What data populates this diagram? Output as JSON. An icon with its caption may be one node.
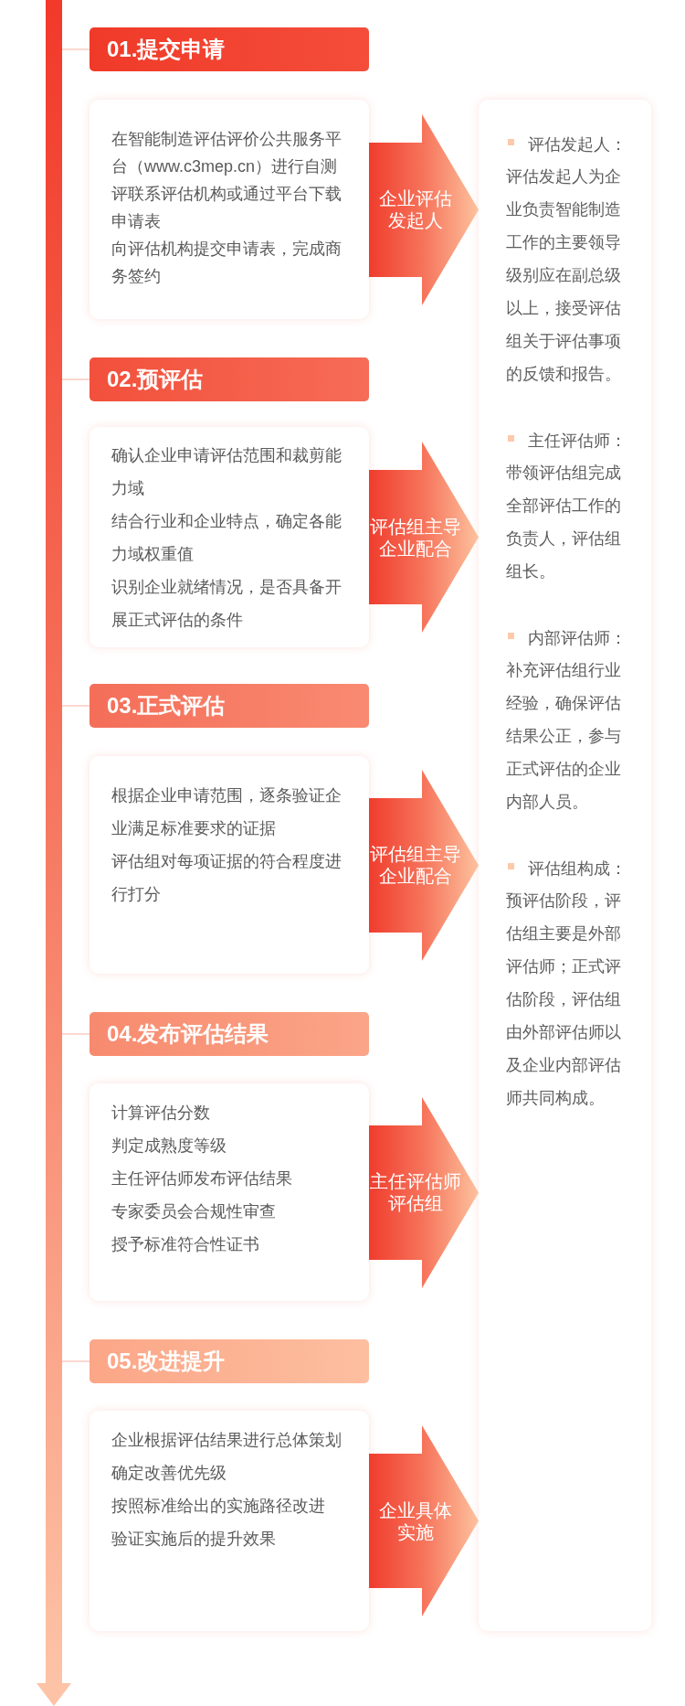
{
  "diagram": {
    "nodes": [
      {
        "text": [
          "01.提交申请"
        ]
      },
      {
        "text": [
          "在智能制造评估评价公共服务平台（www.c3mep.cn）进行自测评联系评估机构或通过平台下载申请表",
          "向评估机构提交申请表，完成商务签约"
        ]
      },
      {
        "text": [
          "02.预评估"
        ]
      },
      {
        "text": [
          "确认企业申请评估范围和裁剪能力域",
          "结合行业和企业特点，确定各能力域权重值",
          "识别企业就绪情况，是否具备开展正式评估的条件"
        ]
      },
      {
        "text": [
          "03.正式评估"
        ]
      },
      {
        "text": [
          "根据企业申请范围，逐条验证企业满足标准要求的证据",
          "评估组对每项证据的符合程度进行打分"
        ]
      },
      {
        "text": [
          "04.发布评估结果"
        ]
      },
      {
        "text": [
          "计算评估分数",
          "判定成熟度等级",
          "主任评估师发布评估结果",
          "专家委员会合规性审查",
          "授予标准符合性证书"
        ]
      },
      {
        "text": [
          "05.改进提升"
        ]
      },
      {
        "text": [
          "企业根据评估结果进行总体策划",
          "确定改善优先级",
          "按照标准给出的实施路径改进",
          "验证实施后的提升效果"
        ]
      },
      {
        "text": [
          "评估发起人：",
          "评估发起人为企业负责智能制造工作的主要领导级别应在副总级以上，接受评估组关于评估事项的反馈和报告。",
          "主任评估师：",
          "带领评估组完成全部评估工作的负责人，评估组组长。",
          "内部评估师：",
          "补充评估组行业经验，确保评估结果公正，参与正式评估的企业内部人员。",
          "评估组构成：",
          "预评估阶段，评估组主要是外部评估师；正式评估阶段，评估组由外部评估师以及企业内部评估师共同构成。"
        ]
      }
    ],
    "edges": [
      {
        "from": 1,
        "to": 10,
        "arrow": "to",
        "label": "企业评估发起人"
      },
      {
        "from": 3,
        "to": 10,
        "arrow": "to",
        "label": "评估组主导企业配合"
      },
      {
        "from": 5,
        "to": 10,
        "arrow": "to",
        "label": "评估组主导企业配合"
      },
      {
        "from": 7,
        "to": 10,
        "arrow": "to",
        "label": "主任评估师评估组"
      },
      {
        "from": 9,
        "to": 10,
        "arrow": "to",
        "label": "企业具体实施"
      }
    ]
  }
}
